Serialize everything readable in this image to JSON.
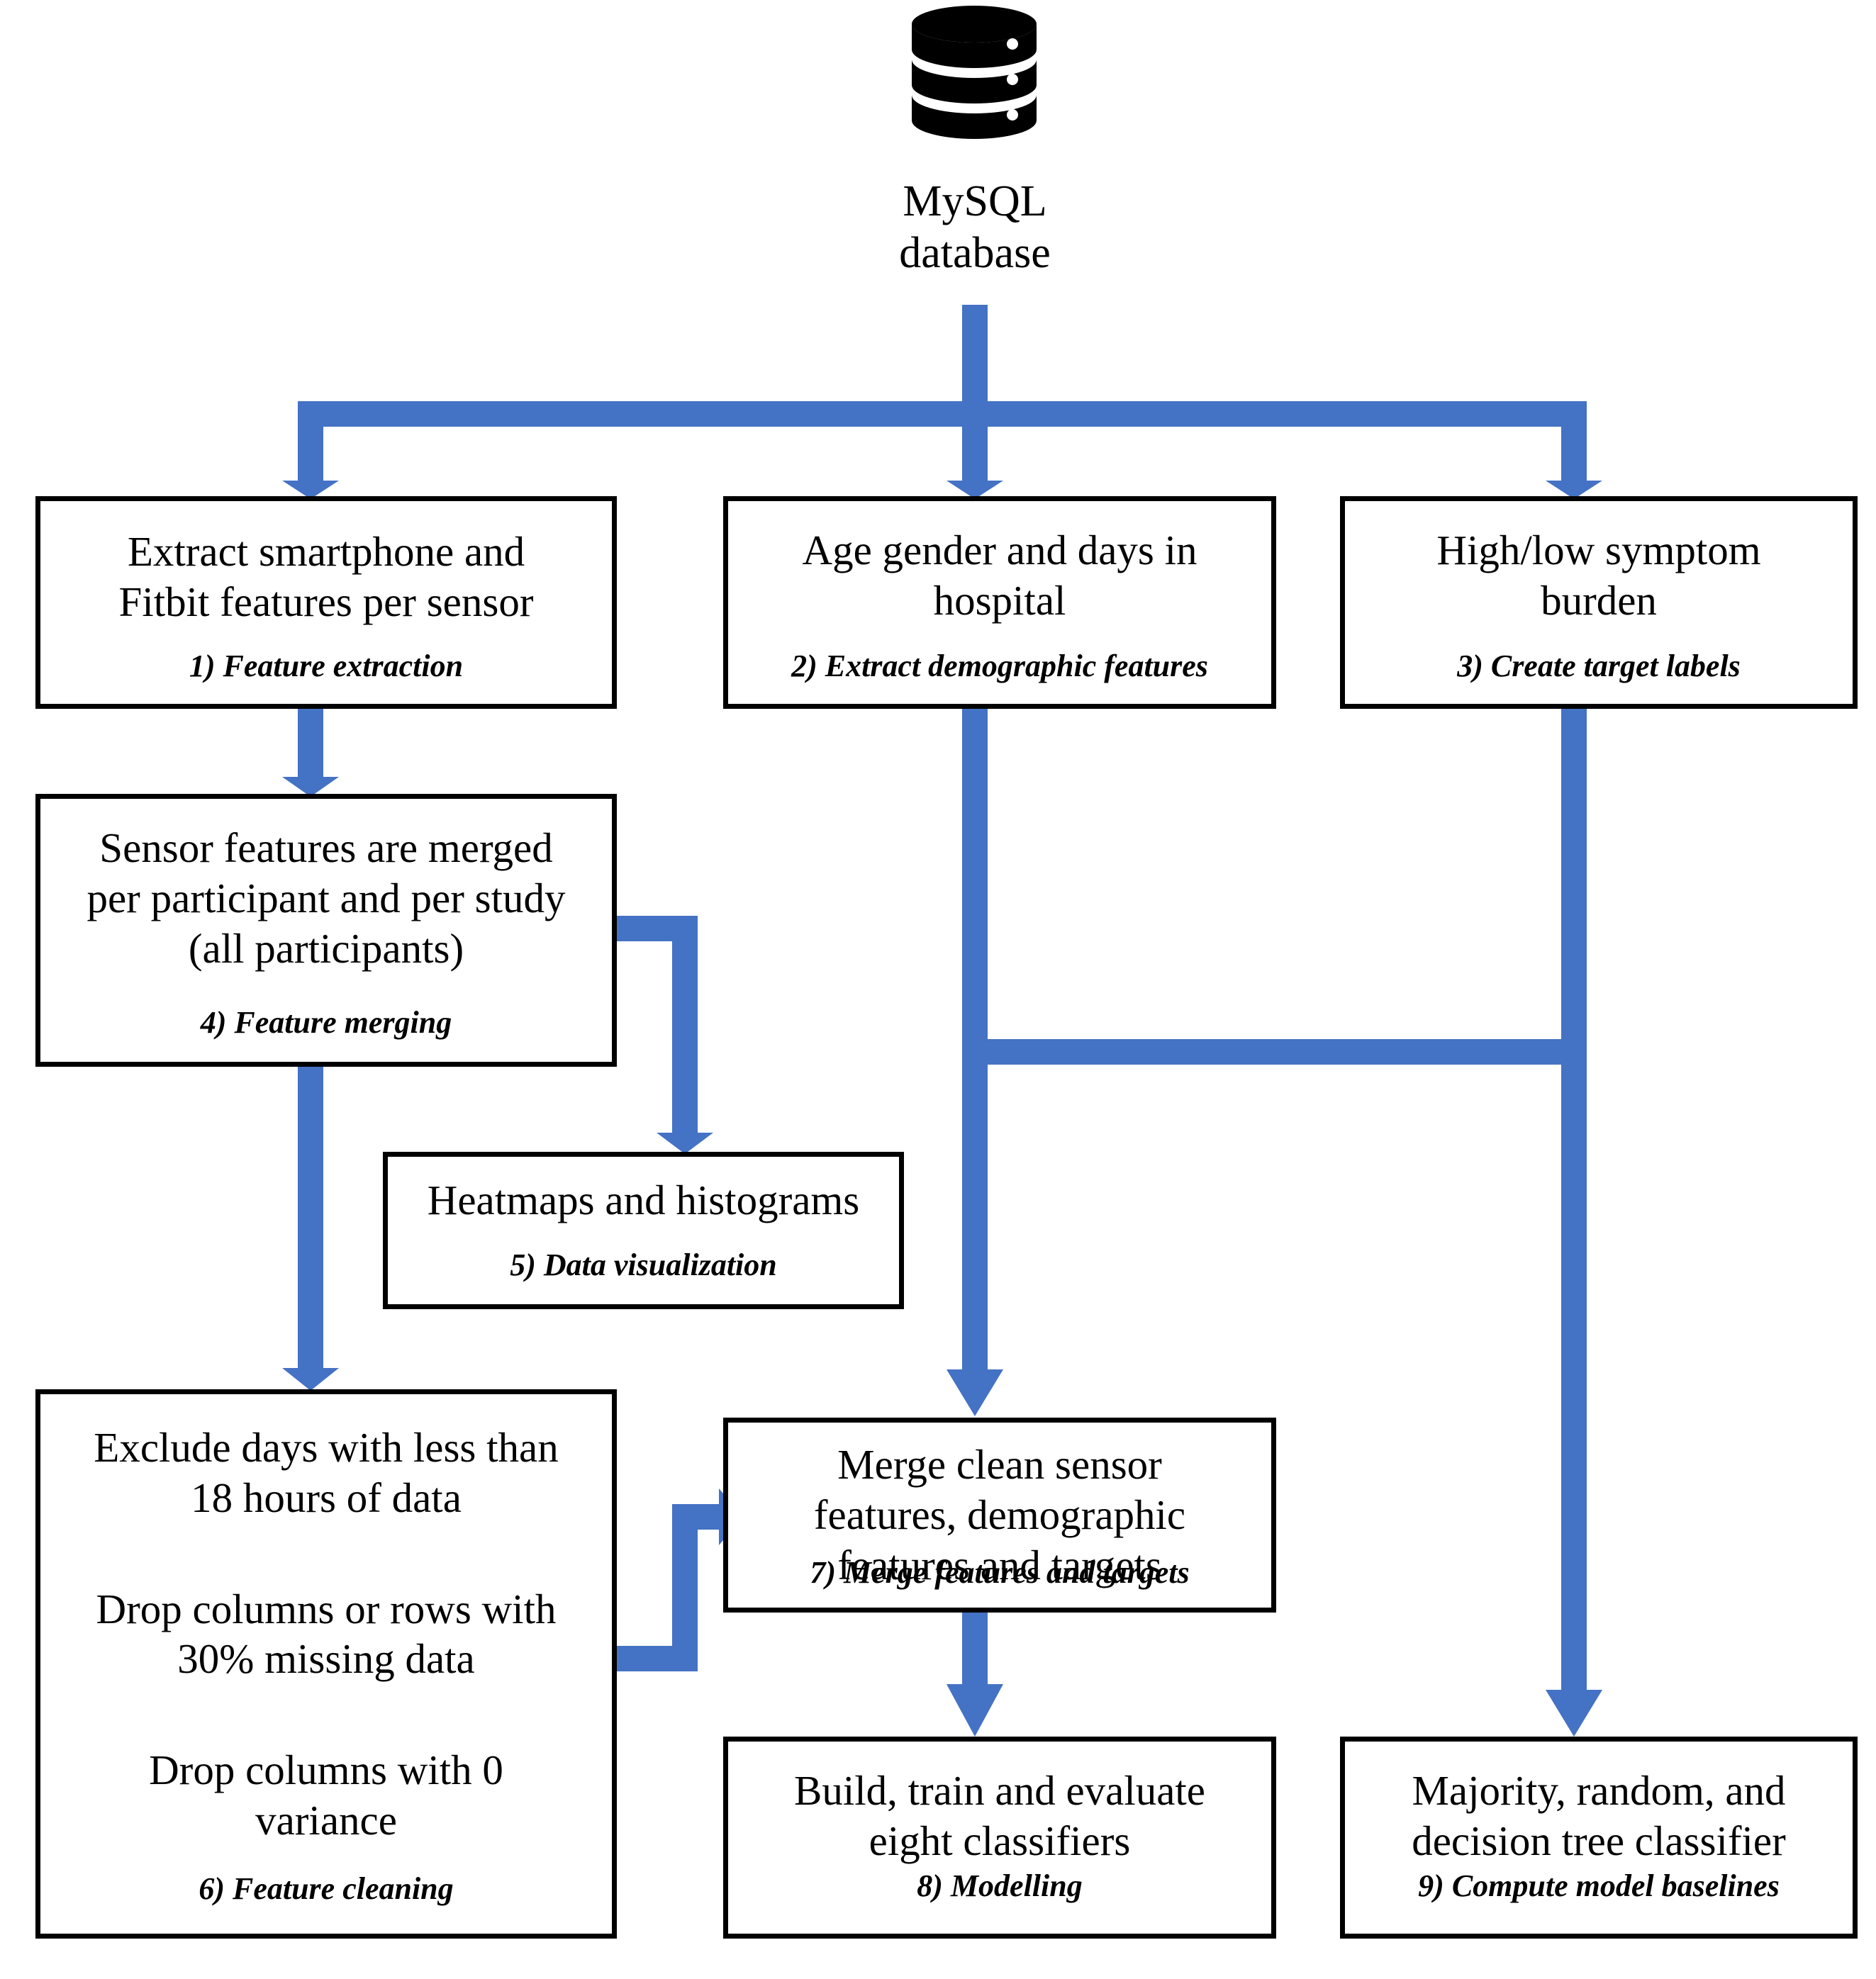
{
  "diagram": {
    "accent_color": "#4472C4",
    "box_border_color": "#000000",
    "background_color": "#FFFFFF",
    "source": {
      "icon": "database-cylinder-icon",
      "label": "MySQL\ndatabase"
    },
    "nodes": [
      {
        "id": "n1",
        "title": "Extract smartphone and\nFitbit features per sensor",
        "caption": "1) Feature extraction"
      },
      {
        "id": "n2",
        "title": "Age gender and days in\nhospital",
        "caption": "2) Extract demographic features"
      },
      {
        "id": "n3",
        "title": "High/low symptom\nburden",
        "caption": "3) Create target labels"
      },
      {
        "id": "n4",
        "title": "Sensor features are merged\nper participant and per study\n(all participants)",
        "caption": "4) Feature merging"
      },
      {
        "id": "n5",
        "title": "Heatmaps and histograms",
        "caption": "5) Data visualization"
      },
      {
        "id": "n6",
        "paragraphs": [
          "Exclude days with less than\n18 hours of data",
          "Drop columns or rows with\n30% missing data",
          "Drop columns with 0\nvariance"
        ],
        "caption": "6) Feature cleaning"
      },
      {
        "id": "n7",
        "title": "Merge clean sensor\nfeatures, demographic\nfeatures and targets",
        "caption": "7) Merge features and targets"
      },
      {
        "id": "n8",
        "title": "Build, train and evaluate\neight classifiers",
        "caption": "8) Modelling"
      },
      {
        "id": "n9",
        "title": "Majority, random, and\ndecision tree classifier",
        "caption": "9) Compute model baselines"
      }
    ],
    "edges": [
      {
        "from": "source",
        "to": "n1"
      },
      {
        "from": "source",
        "to": "n2"
      },
      {
        "from": "source",
        "to": "n3"
      },
      {
        "from": "n1",
        "to": "n4"
      },
      {
        "from": "n4",
        "to": "n5"
      },
      {
        "from": "n4",
        "to": "n6"
      },
      {
        "from": "n2",
        "to": "n7"
      },
      {
        "from": "n3",
        "to": "n9"
      },
      {
        "from": "n3",
        "to": "n7"
      },
      {
        "from": "n6",
        "to": "n7"
      },
      {
        "from": "n7",
        "to": "n8"
      }
    ]
  }
}
